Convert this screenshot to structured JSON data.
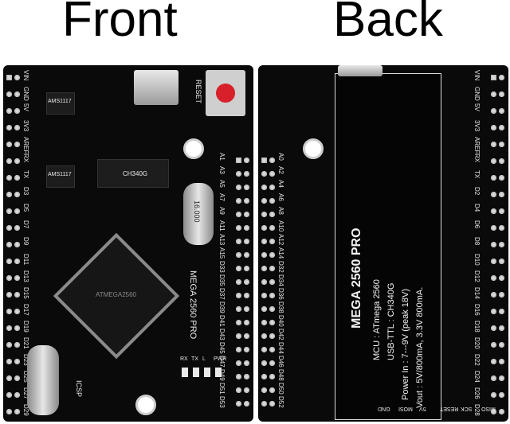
{
  "headings": {
    "front": "Front",
    "back": "Back"
  },
  "front": {
    "model": "MEGA 2560 PRO",
    "mcu_marking": "ATMEGA2560",
    "usb_chip_marking": "CH340G",
    "crystal_marking": "16.000",
    "reg1": "AMS1117",
    "reg2": "AMS1117",
    "reset_label": "RESET",
    "icsp_label": "ICSP",
    "pins_left": [
      "VIN",
      "GND",
      "5V",
      "3V3",
      "AREF",
      "RX",
      "TX",
      "D3",
      "D5",
      "D7",
      "D9",
      "D11",
      "D13",
      "D15",
      "D17",
      "D19",
      "D21",
      "D23",
      "D25",
      "D27",
      "D29"
    ],
    "pins_right": [
      "A1",
      "A3",
      "A5",
      "A7",
      "A9",
      "A11",
      "A13",
      "A15",
      "D33",
      "D35",
      "D37",
      "D39",
      "D41",
      "D43",
      "D45",
      "D47",
      "D49",
      "D51",
      "D53"
    ],
    "led_labels": [
      "RX",
      "TX",
      "L",
      "PWR"
    ]
  },
  "back": {
    "panel_lines": [
      "MEGA 2560 PRO",
      "MCU : ATmega 2560",
      "USB-TTL : CH340G",
      "Power In : 7---9V (peak 18V)",
      "Vout : 5V/800mA, 3.3V 800mA."
    ],
    "pins_right": [
      "VIN",
      "GND",
      "5V",
      "3V3",
      "AREF",
      "RX",
      "TX",
      "D2",
      "D4",
      "D6",
      "D8",
      "D10",
      "D12",
      "D14",
      "D16",
      "D18",
      "D20",
      "D22",
      "D24",
      "D26",
      "D28"
    ],
    "pins_left": [
      "A0",
      "A2",
      "A4",
      "A6",
      "A8",
      "A10",
      "A12",
      "A14",
      "D32",
      "D34",
      "D36",
      "D38",
      "D40",
      "D42",
      "D44",
      "D46",
      "D48",
      "D50",
      "D52"
    ],
    "bottom_labels": [
      "GND",
      "MOSI",
      "5V",
      "RESET",
      "SCK",
      "MISO"
    ]
  }
}
